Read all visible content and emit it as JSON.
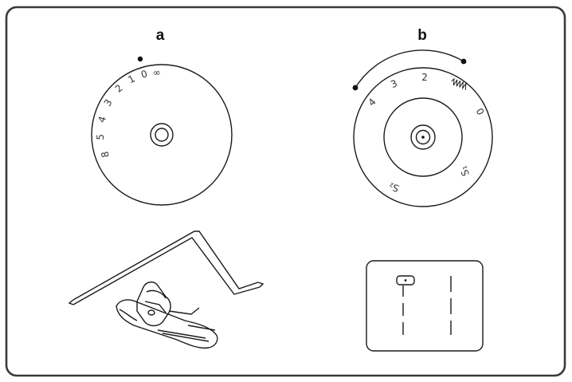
{
  "labels": {
    "a": "a",
    "b": "b"
  },
  "dial_a": {
    "numbers": [
      "8",
      "5",
      "4",
      "3",
      "2",
      "1",
      "0",
      "∞"
    ]
  },
  "dial_b": {
    "outer_numbers": [
      "4",
      "3",
      "2",
      "0"
    ],
    "inner_marks": [
      "S₂",
      "S₁"
    ]
  },
  "colors": {
    "line": "#1a1a1a",
    "frame": "#3a3a3a",
    "background": "#ffffff"
  }
}
